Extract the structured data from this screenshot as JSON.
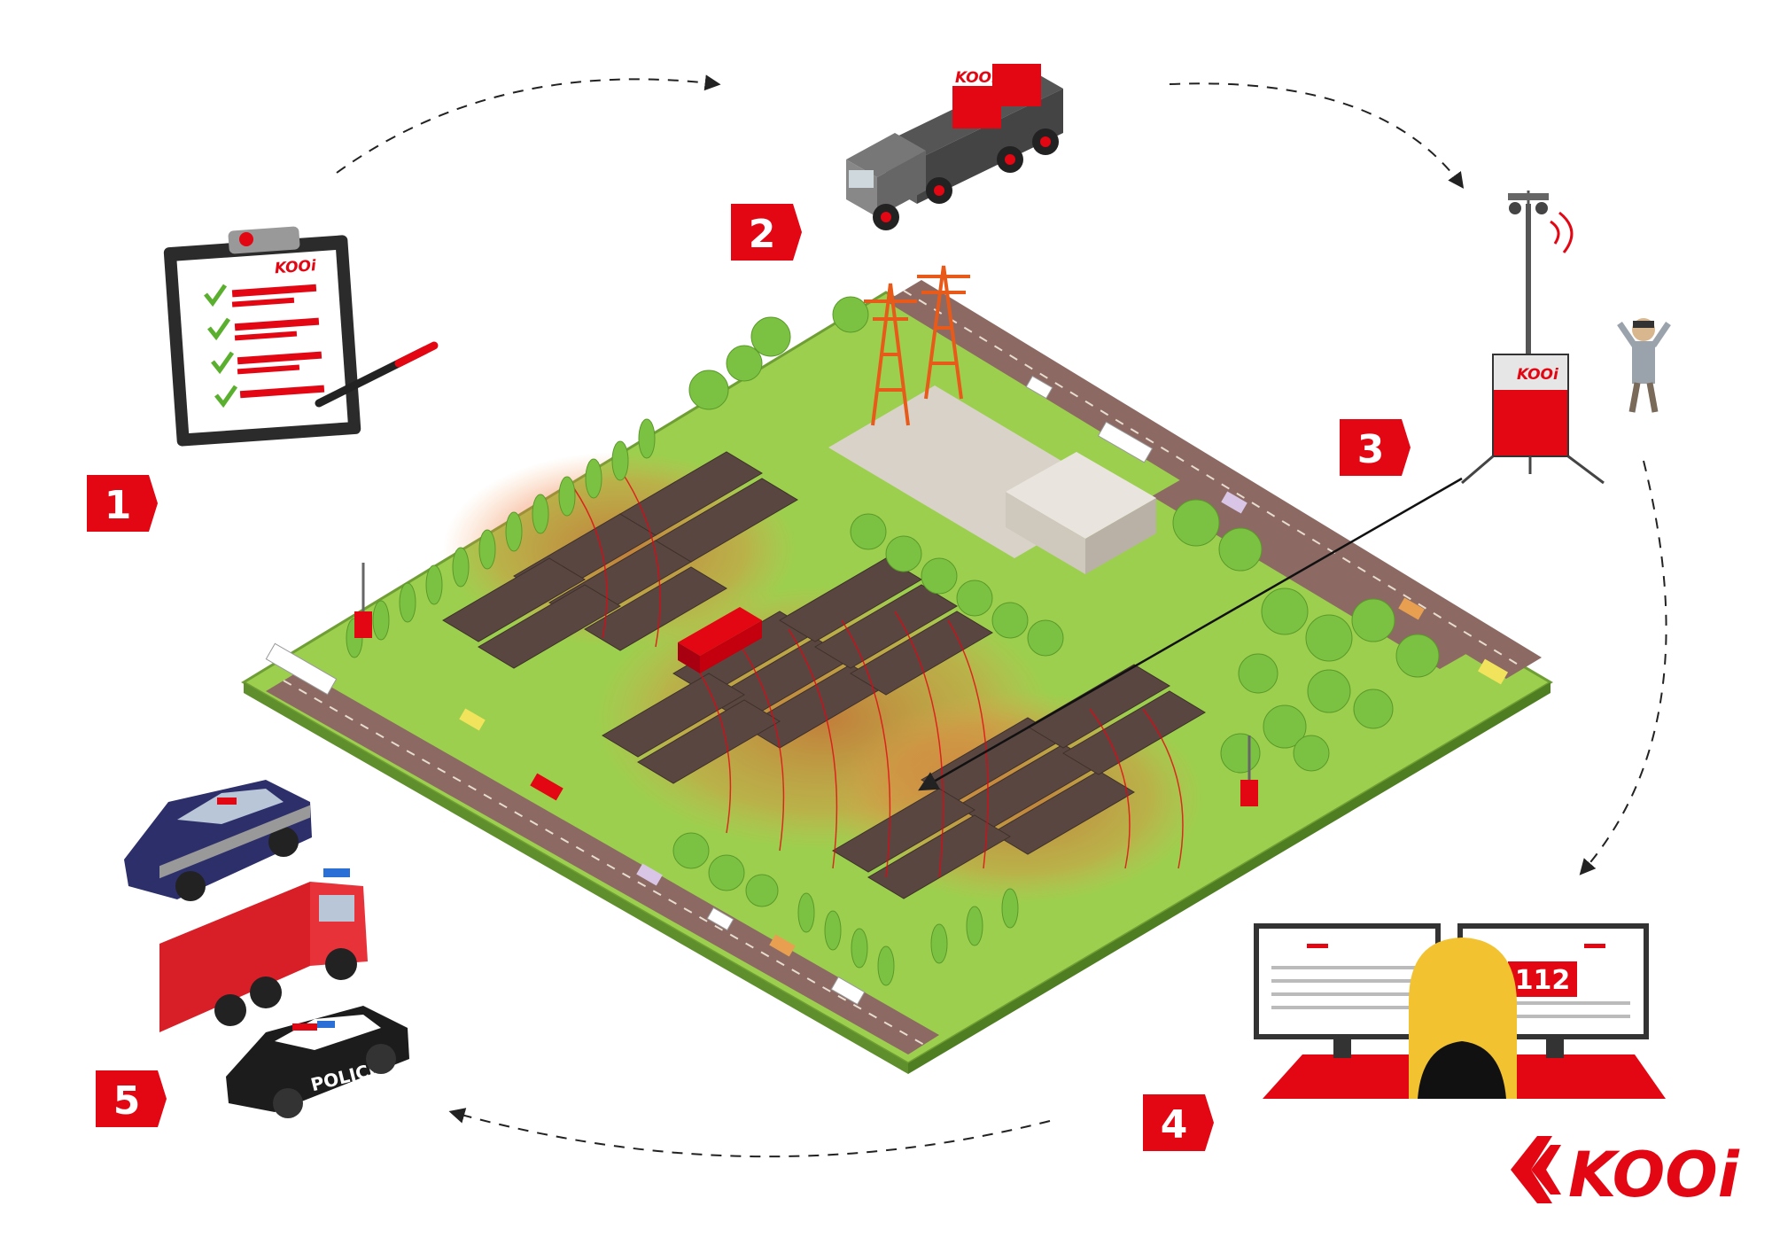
{
  "steps": [
    {
      "number": "1"
    },
    {
      "number": "2"
    },
    {
      "number": "3"
    },
    {
      "number": "4"
    },
    {
      "number": "5"
    }
  ],
  "brand": {
    "logo_text": "KOOi",
    "clipboard_logo": "KOOi",
    "truck_crate_logo": "KOOi",
    "tower_logo": "KOOi"
  },
  "monitor": {
    "emergency_number": "112"
  },
  "police_car": {
    "label": "POLICE"
  },
  "colors": {
    "brand_red": "#e30613",
    "grass": "#9ccf4e",
    "road": "#8c6a63",
    "solar_panel": "#5a4640",
    "tree": "#7cc242"
  }
}
